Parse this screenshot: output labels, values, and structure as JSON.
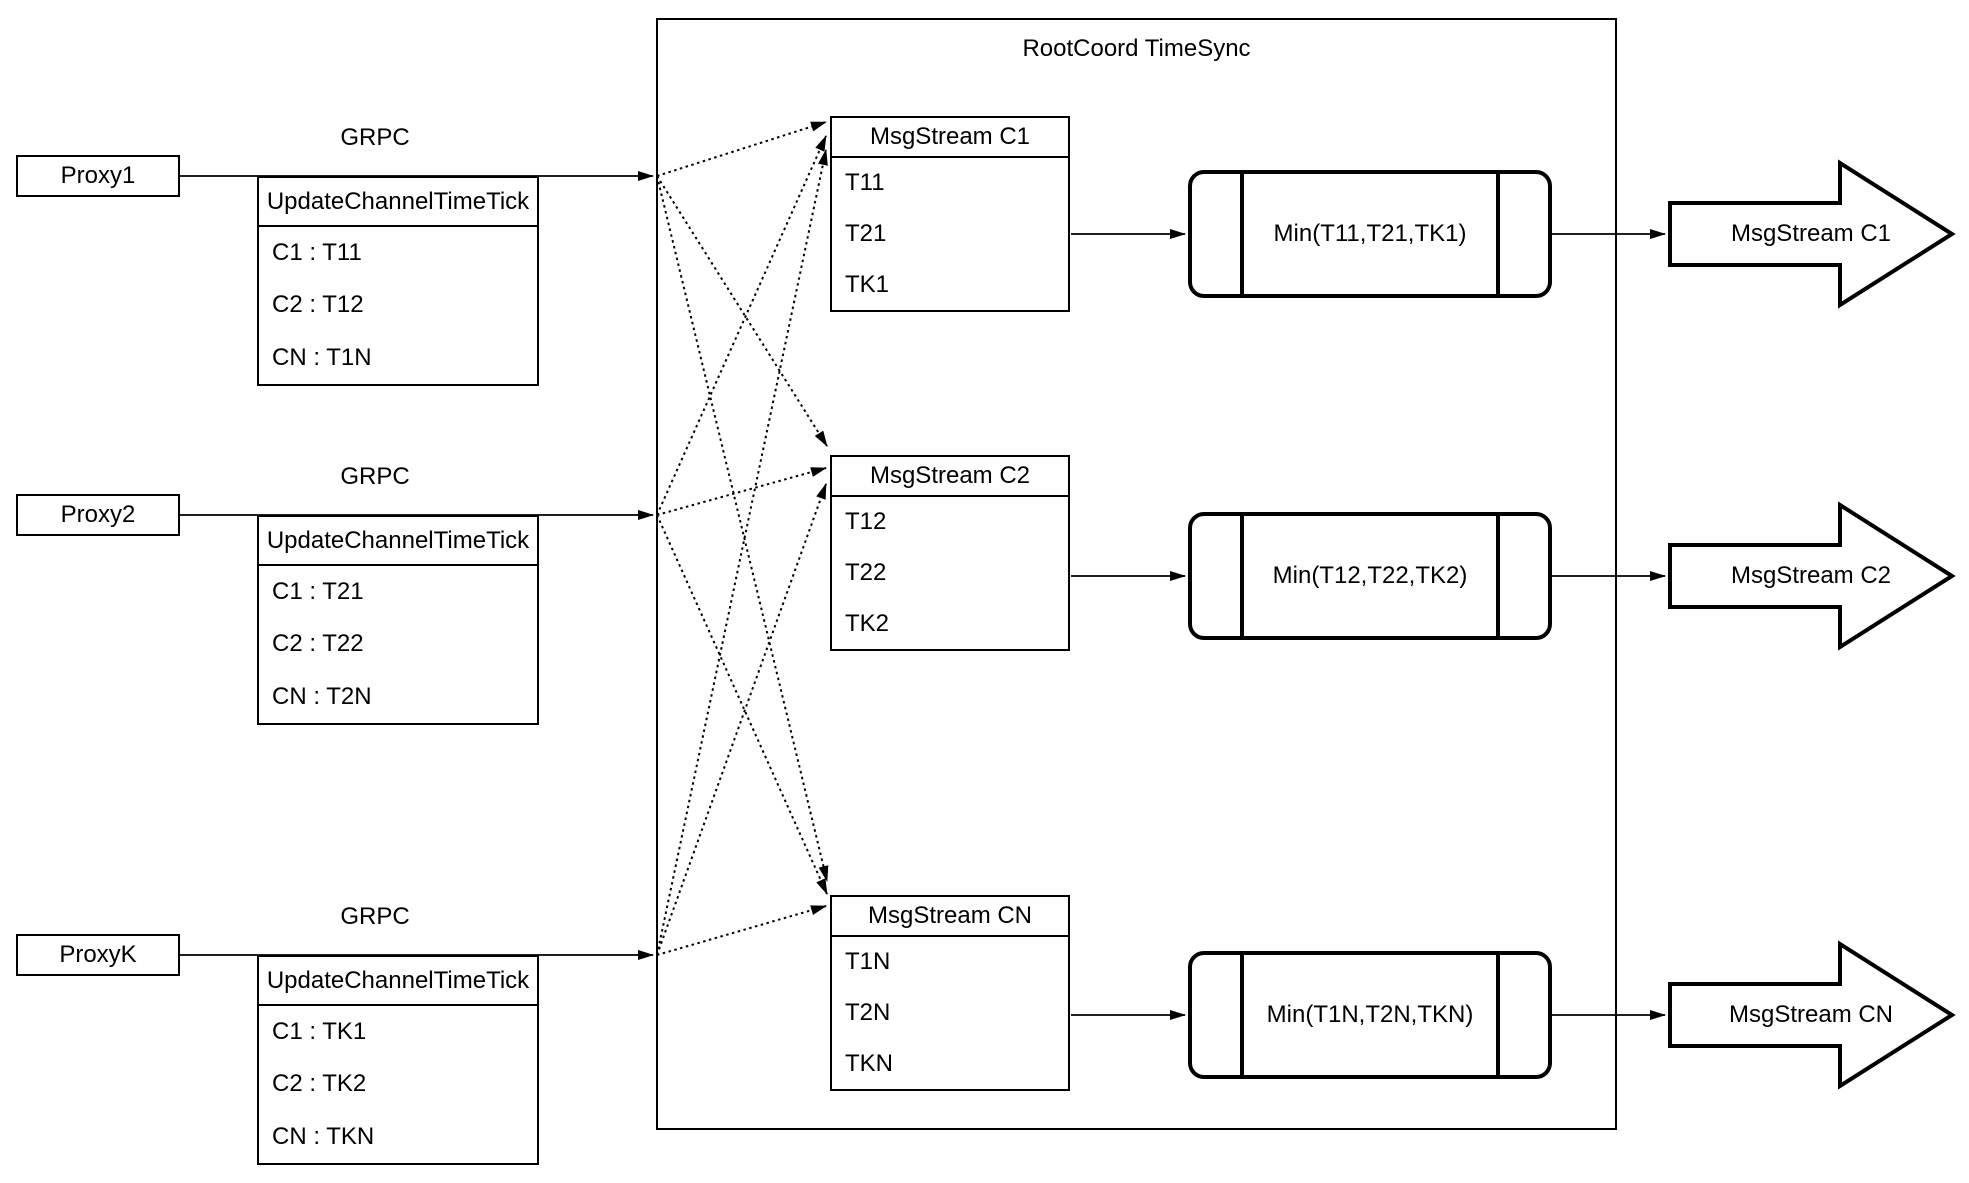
{
  "diagram": {
    "title": "RootCoord TimeSync",
    "background_color": "#ffffff",
    "line_color": "#000000"
  },
  "proxies": [
    {
      "name": "Proxy1",
      "protocol": "GRPC",
      "message": {
        "header": "UpdateChannelTimeTick",
        "rows": [
          "C1 : T11",
          "C2 : T12",
          "CN : T1N"
        ]
      }
    },
    {
      "name": "Proxy2",
      "protocol": "GRPC",
      "message": {
        "header": "UpdateChannelTimeTick",
        "rows": [
          "C1 : T21",
          "C2 : T22",
          "CN : T2N"
        ]
      }
    },
    {
      "name": "ProxyK",
      "protocol": "GRPC",
      "message": {
        "header": "UpdateChannelTimeTick",
        "rows": [
          "C1 : TK1",
          "C2 : TK2",
          "CN : TKN"
        ]
      }
    }
  ],
  "channels": [
    {
      "stream": "MsgStream C1",
      "ticks": [
        "T11",
        "T21",
        "TK1"
      ],
      "min": "Min(T11,T21,TK1)",
      "output": "MsgStream C1"
    },
    {
      "stream": "MsgStream C2",
      "ticks": [
        "T12",
        "T22",
        "TK2"
      ],
      "min": "Min(T12,T22,TK2)",
      "output": "MsgStream C2"
    },
    {
      "stream": "MsgStream CN",
      "ticks": [
        "T1N",
        "T2N",
        "TKN"
      ],
      "min": "Min(T1N,T2N,TKN)",
      "output": "MsgStream CN"
    }
  ]
}
